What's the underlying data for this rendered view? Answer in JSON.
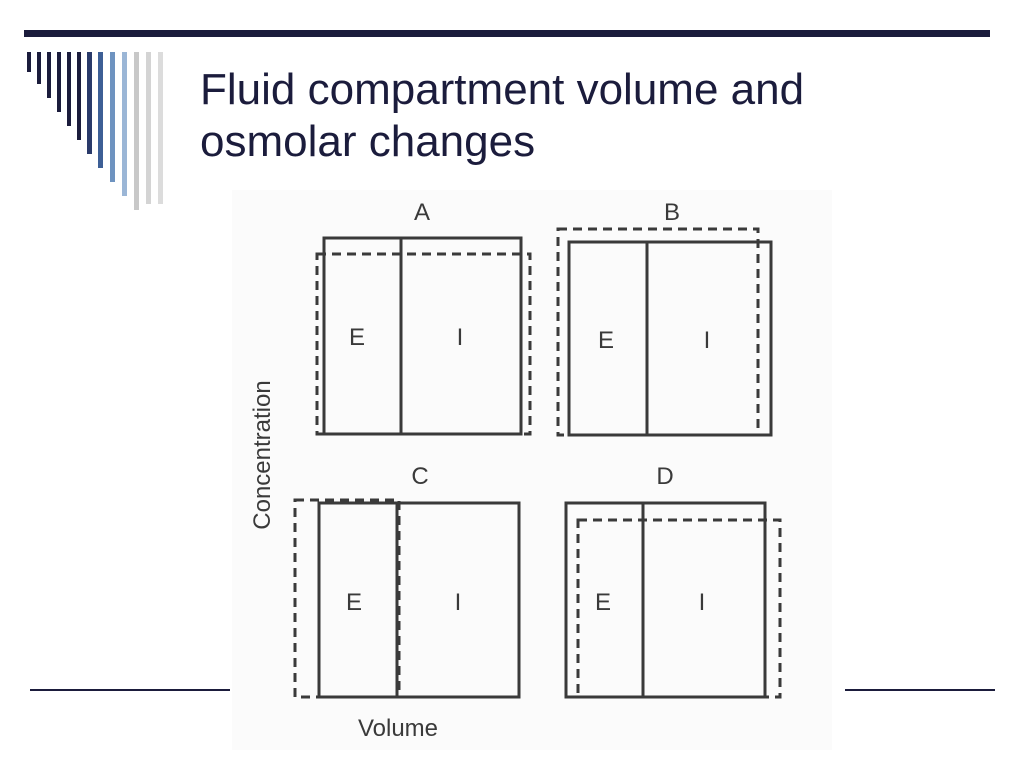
{
  "slide": {
    "title_line1": "Fluid compartment volume and",
    "title_line2": "osmolar changes"
  },
  "figure": {
    "y_axis_label": "Concentration",
    "x_axis_label": "Volume",
    "panels": [
      {
        "letter": "A",
        "extracellular": "E",
        "intracellular": "I"
      },
      {
        "letter": "B",
        "extracellular": "E",
        "intracellular": "I"
      },
      {
        "letter": "C",
        "extracellular": "E",
        "intracellular": "I"
      },
      {
        "letter": "D",
        "extracellular": "E",
        "intracellular": "I"
      }
    ]
  },
  "colors": {
    "title": "#1b1c3c",
    "diagram_line": "#3a3a3a",
    "accent_dark": "#1b1c3c",
    "accent_mid": "#3d5f96",
    "accent_light": "#9bb6d6",
    "accent_gray": "#c8c8c8"
  }
}
